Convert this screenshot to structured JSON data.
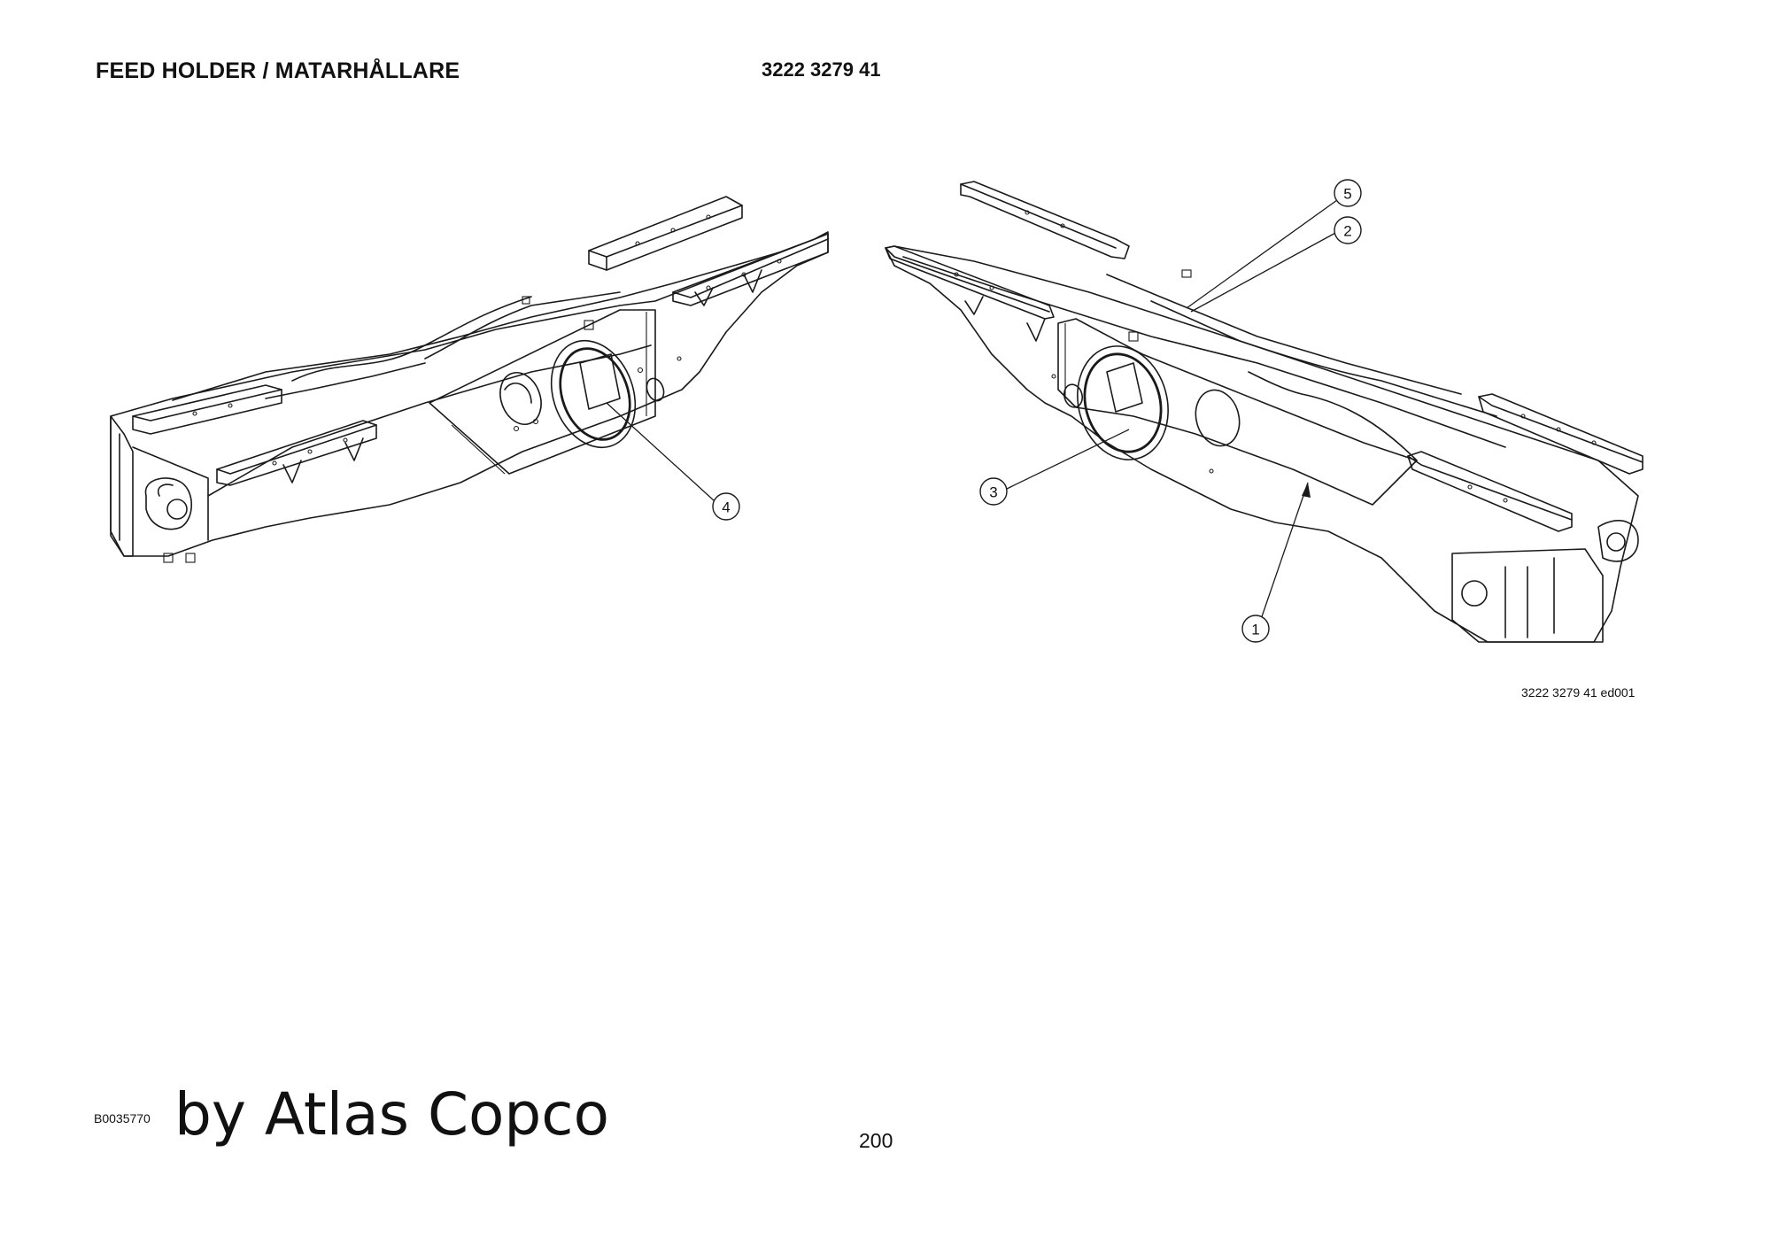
{
  "header": {
    "title": "FEED HOLDER / MATARHÅLLARE",
    "part_number": "3222 3279 41"
  },
  "drawing": {
    "reference": "3222 3279 41 ed001",
    "callouts": [
      {
        "number": "1",
        "label": "1"
      },
      {
        "number": "2",
        "label": "2"
      },
      {
        "number": "3",
        "label": "3"
      },
      {
        "number": "4",
        "label": "4"
      },
      {
        "number": "5",
        "label": "5"
      }
    ]
  },
  "footer": {
    "doc_id": "B0035770",
    "brand": "by Atlas Copco",
    "page_number": "200"
  }
}
